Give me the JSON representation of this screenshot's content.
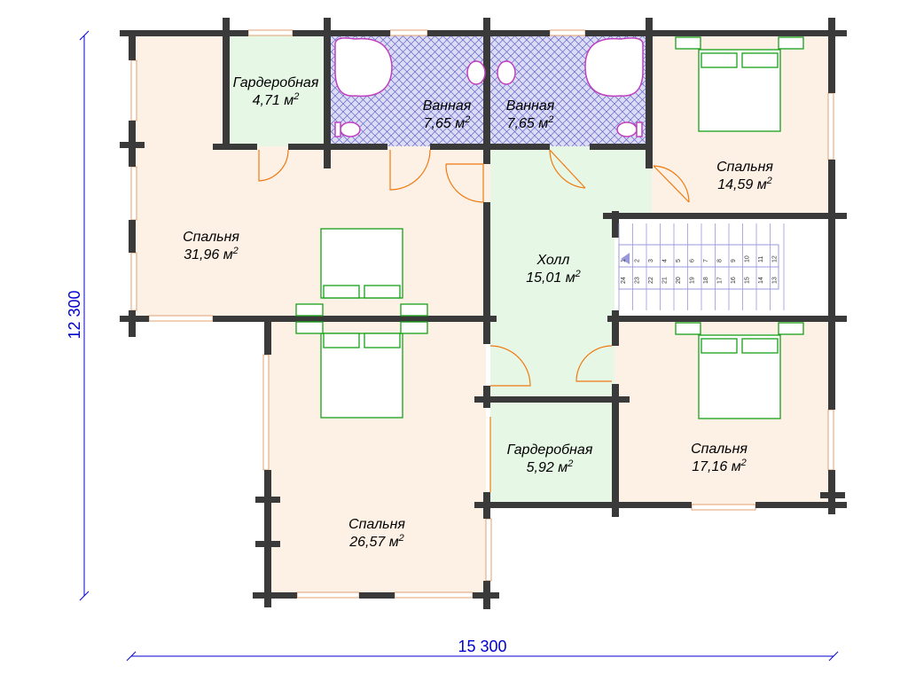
{
  "plan": {
    "dimensions": {
      "width": "15 300",
      "height": "12 300"
    },
    "rooms": [
      {
        "id": "bedroom-left",
        "name": "Спальня",
        "area": "31,96 м",
        "sup": "2"
      },
      {
        "id": "wardrobe-top",
        "name": "Гардеробная",
        "area": "4,71 м",
        "sup": "2"
      },
      {
        "id": "bath-1",
        "name": "Ванная",
        "area": "7,65 м",
        "sup": "2"
      },
      {
        "id": "bath-2",
        "name": "Ванная",
        "area": "7,65 м",
        "sup": "2"
      },
      {
        "id": "bedroom-tr",
        "name": "Спальня",
        "area": "14,59 м",
        "sup": "2"
      },
      {
        "id": "hall",
        "name": "Холл",
        "area": "15,01 м",
        "sup": "2"
      },
      {
        "id": "wardrobe-mid",
        "name": "Гардеробная",
        "area": "5,92 м",
        "sup": "2"
      },
      {
        "id": "bedroom-br",
        "name": "Спальня",
        "area": "17,16 м",
        "sup": "2"
      },
      {
        "id": "bedroom-bottom",
        "name": "Спальня",
        "area": "26,57 м",
        "sup": "2"
      }
    ],
    "stairs": {
      "upper": [
        "1",
        "2",
        "3",
        "4",
        "5",
        "6",
        "7",
        "8",
        "9",
        "10",
        "11",
        "12"
      ],
      "lower": [
        "24",
        "23",
        "22",
        "21",
        "20",
        "19",
        "18",
        "17",
        "16",
        "15",
        "14",
        "13"
      ]
    },
    "colors": {
      "wall": "#3a3a3a",
      "bedroom": "#fdf1e6",
      "wardrobe": "#e6f7e6",
      "hall": "#e6f7e6",
      "bath": "#dcdcf5",
      "door": "#f07a10",
      "furniture": "#18a018",
      "fixture": "#c040c0",
      "dimension": "#0000cc",
      "window": "#f7c090"
    }
  }
}
